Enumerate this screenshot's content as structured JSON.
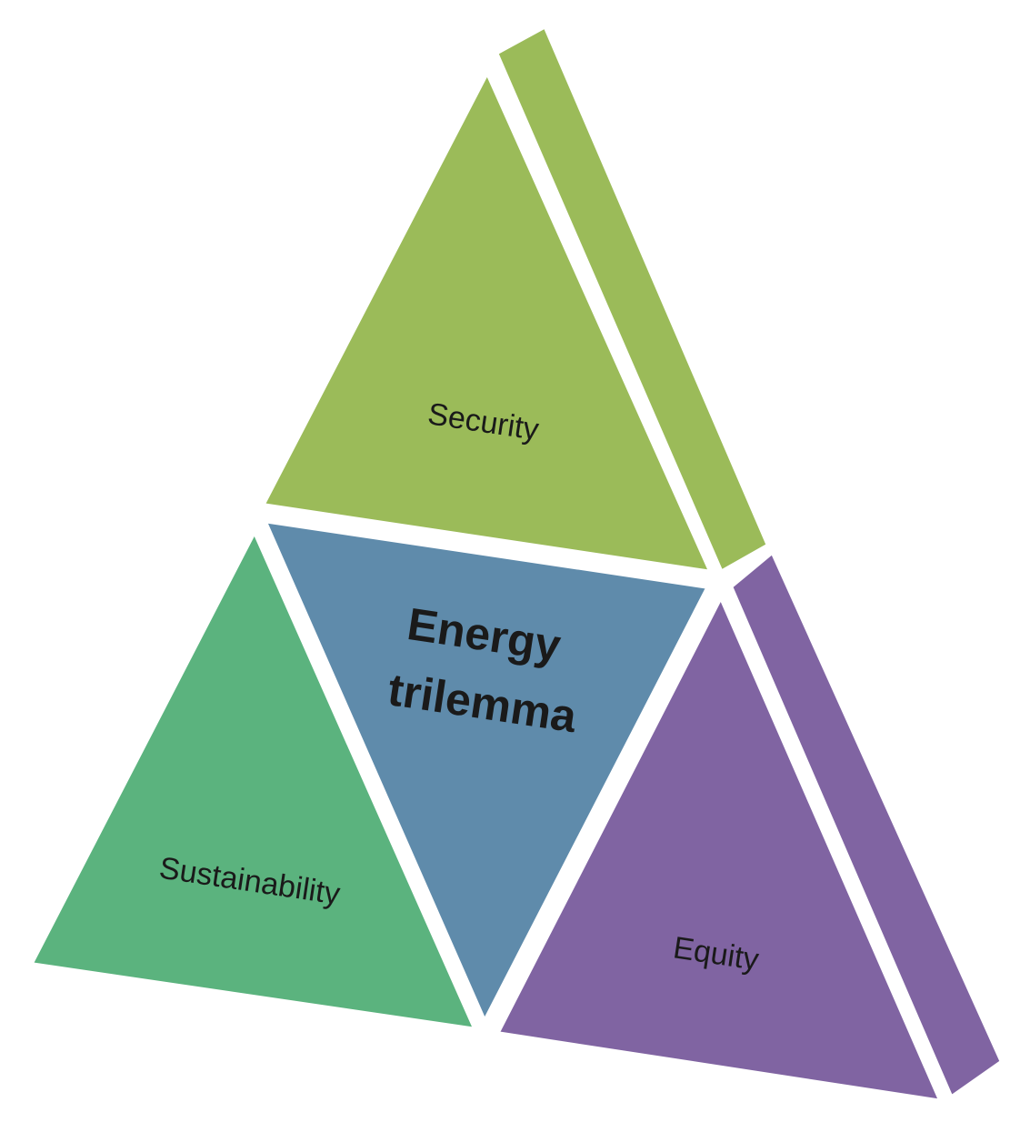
{
  "diagram": {
    "segments": {
      "security": {
        "label": "Security",
        "color": "#9bbb59",
        "side_color": "#9bbb59"
      },
      "sustainability": {
        "label": "Sustainability",
        "color": "#5bb37e"
      },
      "center": {
        "line1": "Energy",
        "line2": "trilemma",
        "color": "#5f8bab"
      },
      "equity": {
        "label": "Equity",
        "color": "#8064a2",
        "side_color": "#8064a2"
      }
    }
  }
}
